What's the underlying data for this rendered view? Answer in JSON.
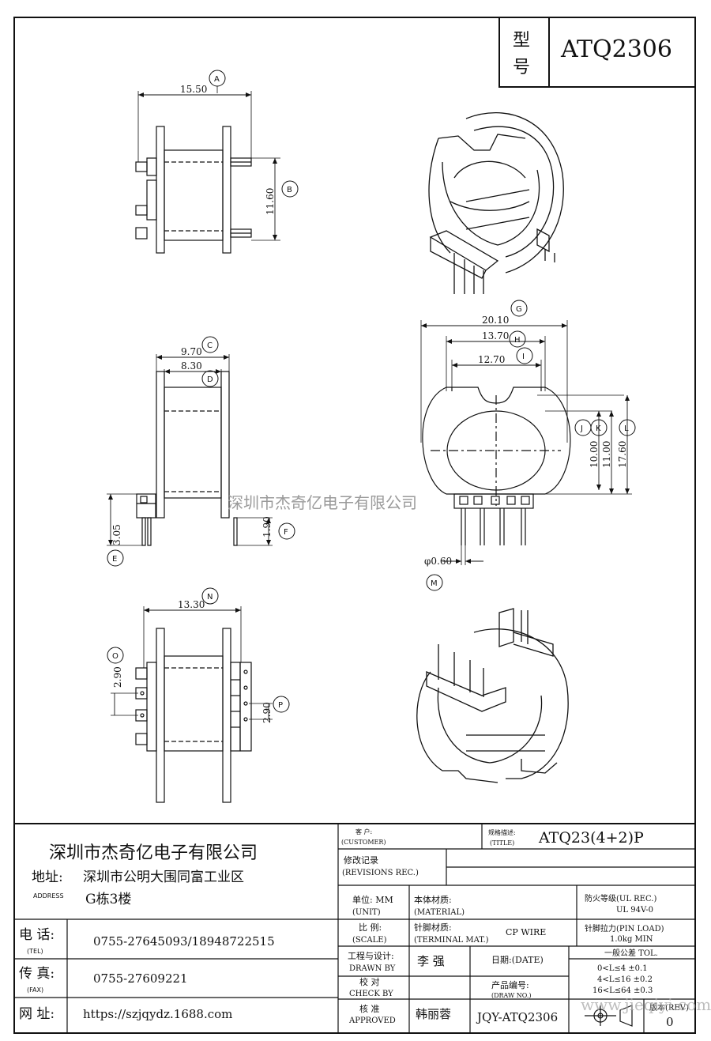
{
  "model": {
    "label_line1": "型",
    "label_line2": "号",
    "value": "ATQ2306"
  },
  "dims": {
    "a": "15.50",
    "b": "11.60",
    "c": "9.70",
    "d": "8.30",
    "e": "3.05",
    "f": "1.90",
    "g": "20.10",
    "h": "13.70",
    "i": "12.70",
    "j": "10.00",
    "k": "11.00",
    "l": "17.60",
    "m": "φ0.60",
    "n": "13.30",
    "o": "2.90",
    "p": "2.90"
  },
  "markers": {
    "a": "A",
    "b": "B",
    "c": "C",
    "d": "D",
    "e": "E",
    "f": "F",
    "g": "G",
    "h": "H",
    "i": "I",
    "j": "J",
    "k": "K",
    "l": "L",
    "m": "M",
    "n": "N",
    "o": "O",
    "p": "P"
  },
  "watermark": "深圳市杰奇亿电子有限公司",
  "watermark_url": "www.jieqiyi.com",
  "company": {
    "name": "深圳市杰奇亿电子有限公司",
    "address_label": "地址:",
    "address_label_en": "ADDRESS",
    "address_line1": "深圳市公明大围同富工业区",
    "address_line2": "G栋3楼",
    "tel_label": "电 话:",
    "tel_label_en": "(TEL)",
    "tel": "0755-27645093/18948722515",
    "fax_label": "传 真:",
    "fax_label_en": "(FAX)",
    "fax": "0755-27609221",
    "web_label": "网 址:",
    "web": "https://szjqydz.1688.com"
  },
  "table": {
    "customer_label": "客    户:",
    "customer_label_en": "(CUSTOMER)",
    "title_label": "规格描述:",
    "title_label_en": "(TITLE)",
    "title_value": "ATQ23(4+2)P",
    "revisions_label": "修改记录",
    "revisions_label_en": "(REVISIONS REC.)",
    "unit_label": "单位: MM",
    "unit_label_en": "(UNIT)",
    "material_label": "本体材质:",
    "material_label_en": "(MATERIAL)",
    "ul_label": "防火等级(UL REC.)",
    "ul_value": "UL 94V-0",
    "scale_label": "比  例:",
    "scale_label_en": "(SCALE)",
    "terminal_label": "针脚材质:",
    "terminal_label_en": "(TERMINAL MAT.)",
    "terminal_value": "CP WIRE",
    "pinload_label": "针脚拉力(PIN LOAD)",
    "pinload_value": "1.0kg MIN",
    "drawn_label": "工程与设计:",
    "drawn_label_en": "DRAWN BY",
    "drawn_value": "李 强",
    "date_label": "日期:(DATE)",
    "tol_label": "一般公差 TOL.",
    "tol_1": "0<L≤4  ±0.1",
    "tol_2": "4<L≤16 ±0.2",
    "tol_3": "16<L≤64 ±0.3",
    "check_label": "校 对",
    "check_label_en": "CHECK BY",
    "drawno_label": "产品编号:",
    "drawno_label_en": "(DRAW NO.)",
    "drawno_value": "JQY-ATQ2306",
    "approved_label": "核 准",
    "approved_label_en": "APPROVED",
    "approved_value": "韩丽蓉",
    "rev_label": "版本(REV)",
    "rev_value": "0"
  }
}
